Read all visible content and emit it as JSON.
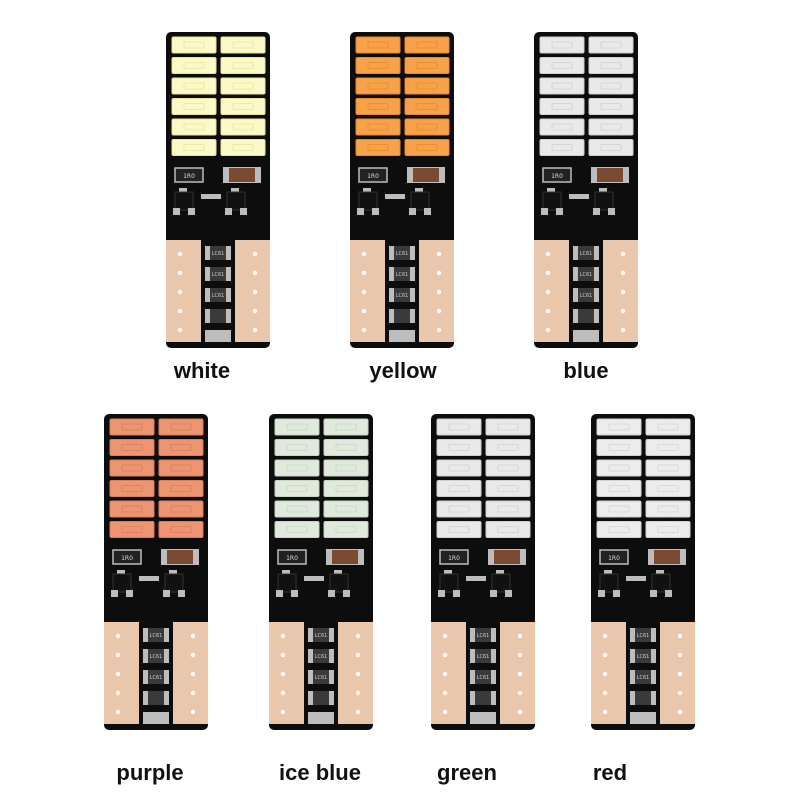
{
  "bulbs": [
    {
      "label": "white",
      "led_color": "#fbf9c8",
      "led_accent": "#e8e59a"
    },
    {
      "label": "yellow",
      "led_color": "#f7a24a",
      "led_accent": "#e88a2a"
    },
    {
      "label": "blue",
      "led_color": "#e9e9ea",
      "led_accent": "#cfcfd2"
    },
    {
      "label": "purple",
      "led_color": "#ec9570",
      "led_accent": "#d87e58"
    },
    {
      "label": "ice blue",
      "led_color": "#dfeadd",
      "led_accent": "#c6d6c3"
    },
    {
      "label": "green",
      "led_color": "#e9e9ea",
      "led_accent": "#cfcfd2"
    },
    {
      "label": "red",
      "led_color": "#ececec",
      "led_accent": "#d2d2d2"
    }
  ],
  "colors": {
    "pcb": "#0d0d0d",
    "base": "#e8c7ad",
    "chip": "#3a3a3a",
    "resistor": "#7a4a32"
  },
  "chip_marking": "LC61",
  "smd_marking": "1R0"
}
